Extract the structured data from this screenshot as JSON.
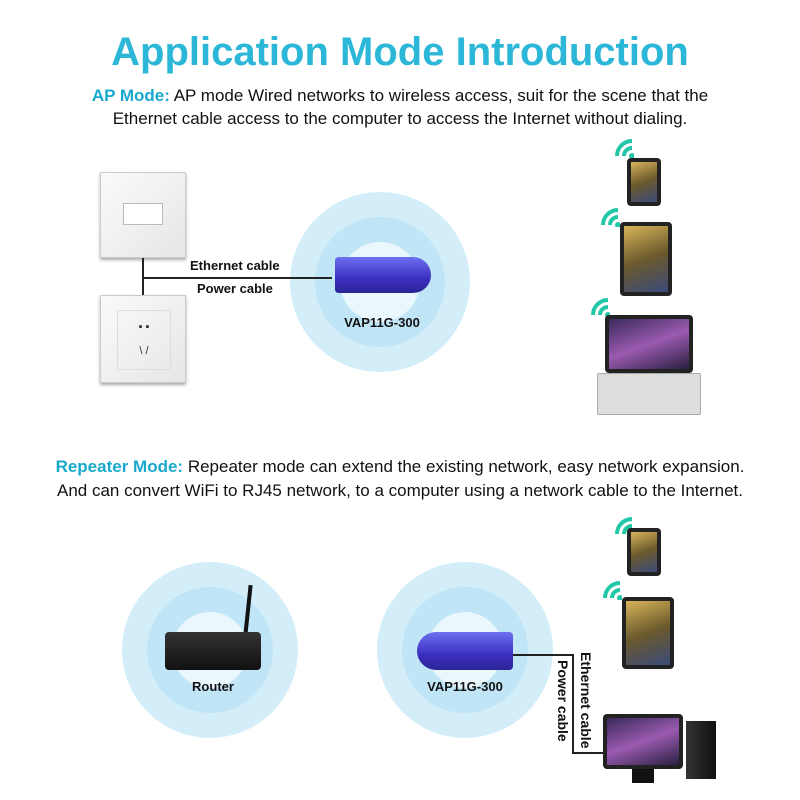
{
  "title": "Application Mode Introduction",
  "ap_mode": {
    "label": "AP Mode:",
    "line1": "AP mode Wired networks to wireless access, suit for the scene that the",
    "line2": "Ethernet cable access to the computer to access the Internet without dialing.",
    "ethernet_label": "Ethernet cable",
    "power_label": "Power cable",
    "device_model": "VAP11G-300"
  },
  "repeater_mode": {
    "label": "Repeater Mode:",
    "line1": "Repeater mode can extend the existing network, easy network expansion.",
    "line2": "And can convert WiFi to RJ45 network, to a computer using a network cable to the Internet.",
    "router_label": "Router",
    "device_model": "VAP11G-300",
    "ethernet_label": "Ethernet cable",
    "power_label": "Power cable"
  },
  "colors": {
    "title": "#2cb7d8",
    "wifi": "#22c7a8",
    "device": "#3c2fc0"
  }
}
